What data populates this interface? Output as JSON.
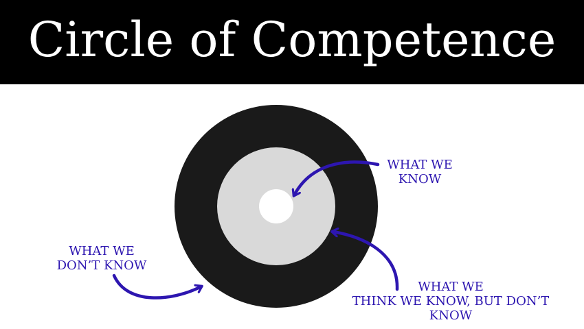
{
  "title": "Circle of Competence",
  "colors": {
    "banner_background": "#000000",
    "title_text": "#ffffff",
    "outer_ring": "#1a1a1a",
    "middle_ring": "#d9d9d9",
    "inner_core": "#ffffff",
    "label_and_arrow": "#2d16b0"
  },
  "labels": {
    "know": [
      "WHAT WE",
      "KNOW"
    ],
    "dont_know": [
      "WHAT WE",
      "DON’T KNOW"
    ],
    "think_know": [
      "WHAT WE",
      "THINK WE KNOW, BUT DON’T",
      "KNOW"
    ]
  }
}
